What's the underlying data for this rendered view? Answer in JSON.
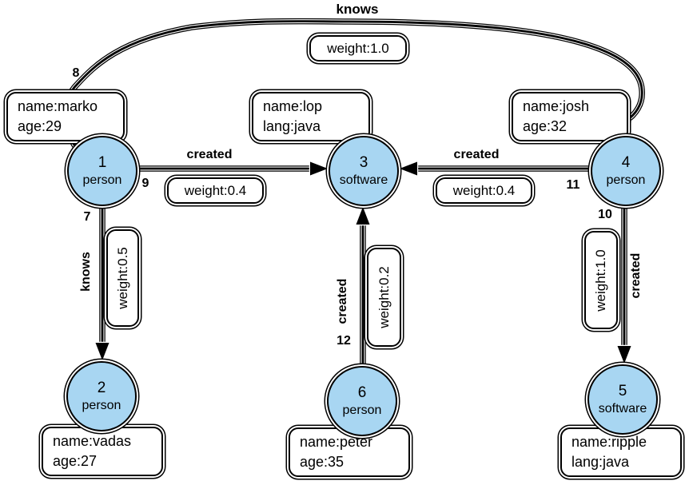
{
  "colors": {
    "node_fill": "#a8d6f2",
    "stroke": "#000000",
    "box_fill": "#ffffff",
    "background": "#ffffff"
  },
  "nodes": [
    {
      "id": "1",
      "type": "person",
      "prop1": "name:marko",
      "prop2": "age:29"
    },
    {
      "id": "2",
      "type": "person",
      "prop1": "name:vadas",
      "prop2": "age:27"
    },
    {
      "id": "3",
      "type": "software",
      "prop1": "name:lop",
      "prop2": "lang:java"
    },
    {
      "id": "4",
      "type": "person",
      "prop1": "name:josh",
      "prop2": "age:32"
    },
    {
      "id": "5",
      "type": "software",
      "prop1": "name:ripple",
      "prop2": "lang:java"
    },
    {
      "id": "6",
      "type": "person",
      "prop1": "name:peter",
      "prop2": "age:35"
    }
  ],
  "edges": [
    {
      "id": "8",
      "label": "knows",
      "weight": "weight:1.0",
      "from": "1",
      "to": "4"
    },
    {
      "id": "9",
      "label": "created",
      "weight": "weight:0.4",
      "from": "1",
      "to": "3"
    },
    {
      "id": "7",
      "label": "knows",
      "weight": "weight:0.5",
      "from": "1",
      "to": "2"
    },
    {
      "id": "11",
      "label": "created",
      "weight": "weight:0.4",
      "from": "4",
      "to": "3"
    },
    {
      "id": "10",
      "label": "created",
      "weight": "weight:1.0",
      "from": "4",
      "to": "5"
    },
    {
      "id": "12",
      "label": "created",
      "weight": "weight:0.2",
      "from": "6",
      "to": "3"
    }
  ]
}
